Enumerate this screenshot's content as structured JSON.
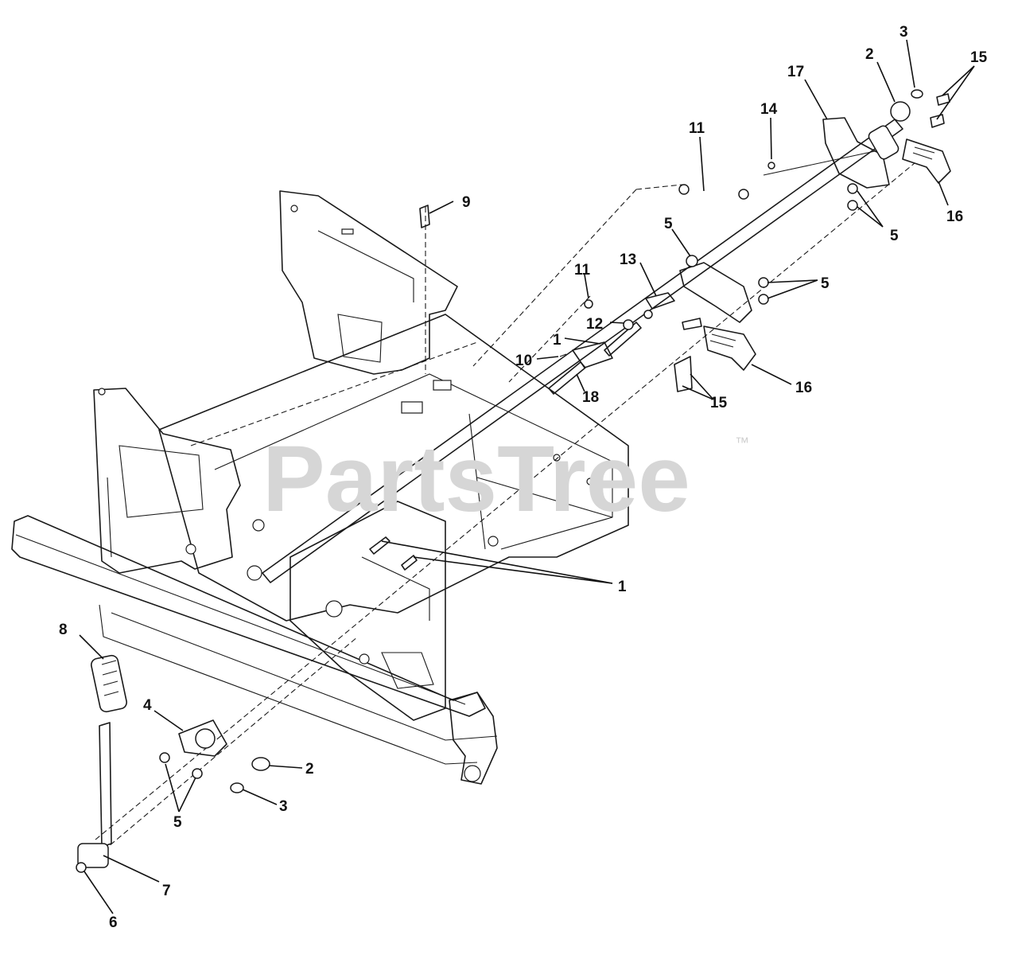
{
  "watermark": {
    "text": "PartsTree",
    "trademark": "™"
  },
  "callouts": [
    {
      "id": "c-3-top",
      "text": "3"
    },
    {
      "id": "c-2-top",
      "text": "2"
    },
    {
      "id": "c-15-top",
      "text": "15"
    },
    {
      "id": "c-17",
      "text": "17"
    },
    {
      "id": "c-14",
      "text": "14"
    },
    {
      "id": "c-11-top",
      "text": "11"
    },
    {
      "id": "c-9",
      "text": "9"
    },
    {
      "id": "c-16-top",
      "text": "16"
    },
    {
      "id": "c-5-topright",
      "text": "5"
    },
    {
      "id": "c-5-mid",
      "text": "5"
    },
    {
      "id": "c-13",
      "text": "13"
    },
    {
      "id": "c-5-right",
      "text": "5"
    },
    {
      "id": "c-11-mid",
      "text": "11"
    },
    {
      "id": "c-12",
      "text": "12"
    },
    {
      "id": "c-1-top",
      "text": "1"
    },
    {
      "id": "c-10",
      "text": "10"
    },
    {
      "id": "c-18",
      "text": "18"
    },
    {
      "id": "c-16-mid",
      "text": "16"
    },
    {
      "id": "c-15-mid",
      "text": "15"
    },
    {
      "id": "c-1-mid",
      "text": "1"
    },
    {
      "id": "c-8",
      "text": "8"
    },
    {
      "id": "c-4",
      "text": "4"
    },
    {
      "id": "c-2-bottom",
      "text": "2"
    },
    {
      "id": "c-3-bottom",
      "text": "3"
    },
    {
      "id": "c-5-bottom",
      "text": "5"
    },
    {
      "id": "c-7",
      "text": "7"
    },
    {
      "id": "c-6",
      "text": "6"
    }
  ]
}
